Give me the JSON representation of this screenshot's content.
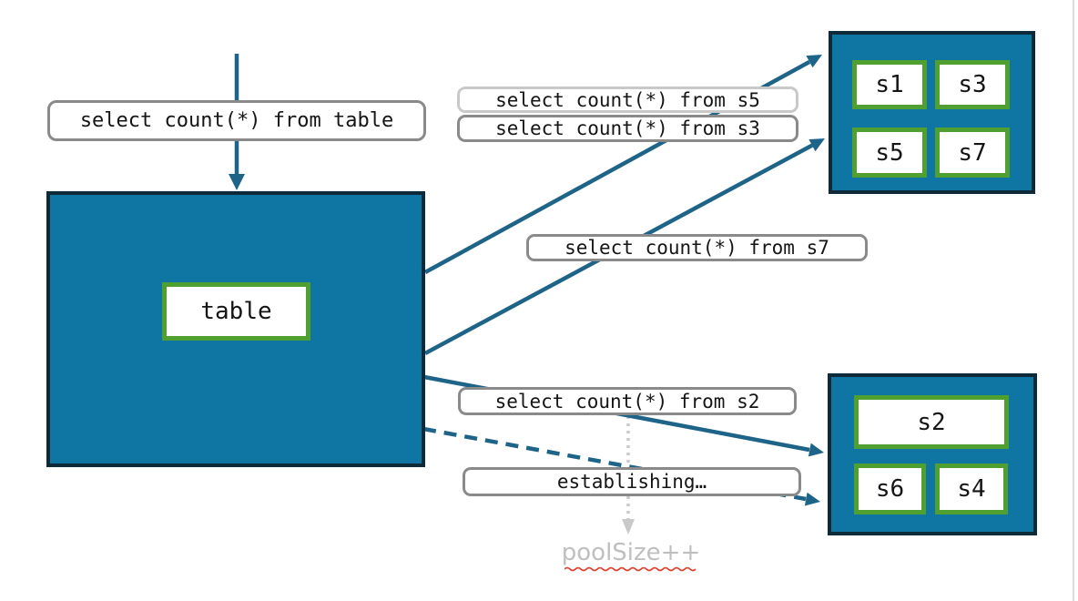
{
  "colors": {
    "teal": "#0f76a3",
    "box_border": "#0e2a38",
    "green": "#4f9f31",
    "arrow": "#1d6488",
    "label_border": "#8a8a8a",
    "label_border_light": "#c9c9c9",
    "text": "#151515",
    "muted_text": "#bfbfbf",
    "dotted_arrow": "#c9c9c9",
    "spellcheck": "#e0412e"
  },
  "queries": {
    "to_table": "select count(*) from table",
    "to_s5": "select count(*) from s5",
    "to_s3": "select count(*) from s3",
    "to_s7": "select count(*) from s7",
    "to_s2": "select count(*) from s2",
    "establishing": "establishing…"
  },
  "table_node": {
    "label": "table"
  },
  "shard_group_top": {
    "shards": [
      "s1",
      "s3",
      "s5",
      "s7"
    ]
  },
  "shard_group_bottom": {
    "shards": [
      "s2",
      "s6",
      "s4"
    ]
  },
  "annotation": {
    "pool_size": "poolSize++"
  }
}
